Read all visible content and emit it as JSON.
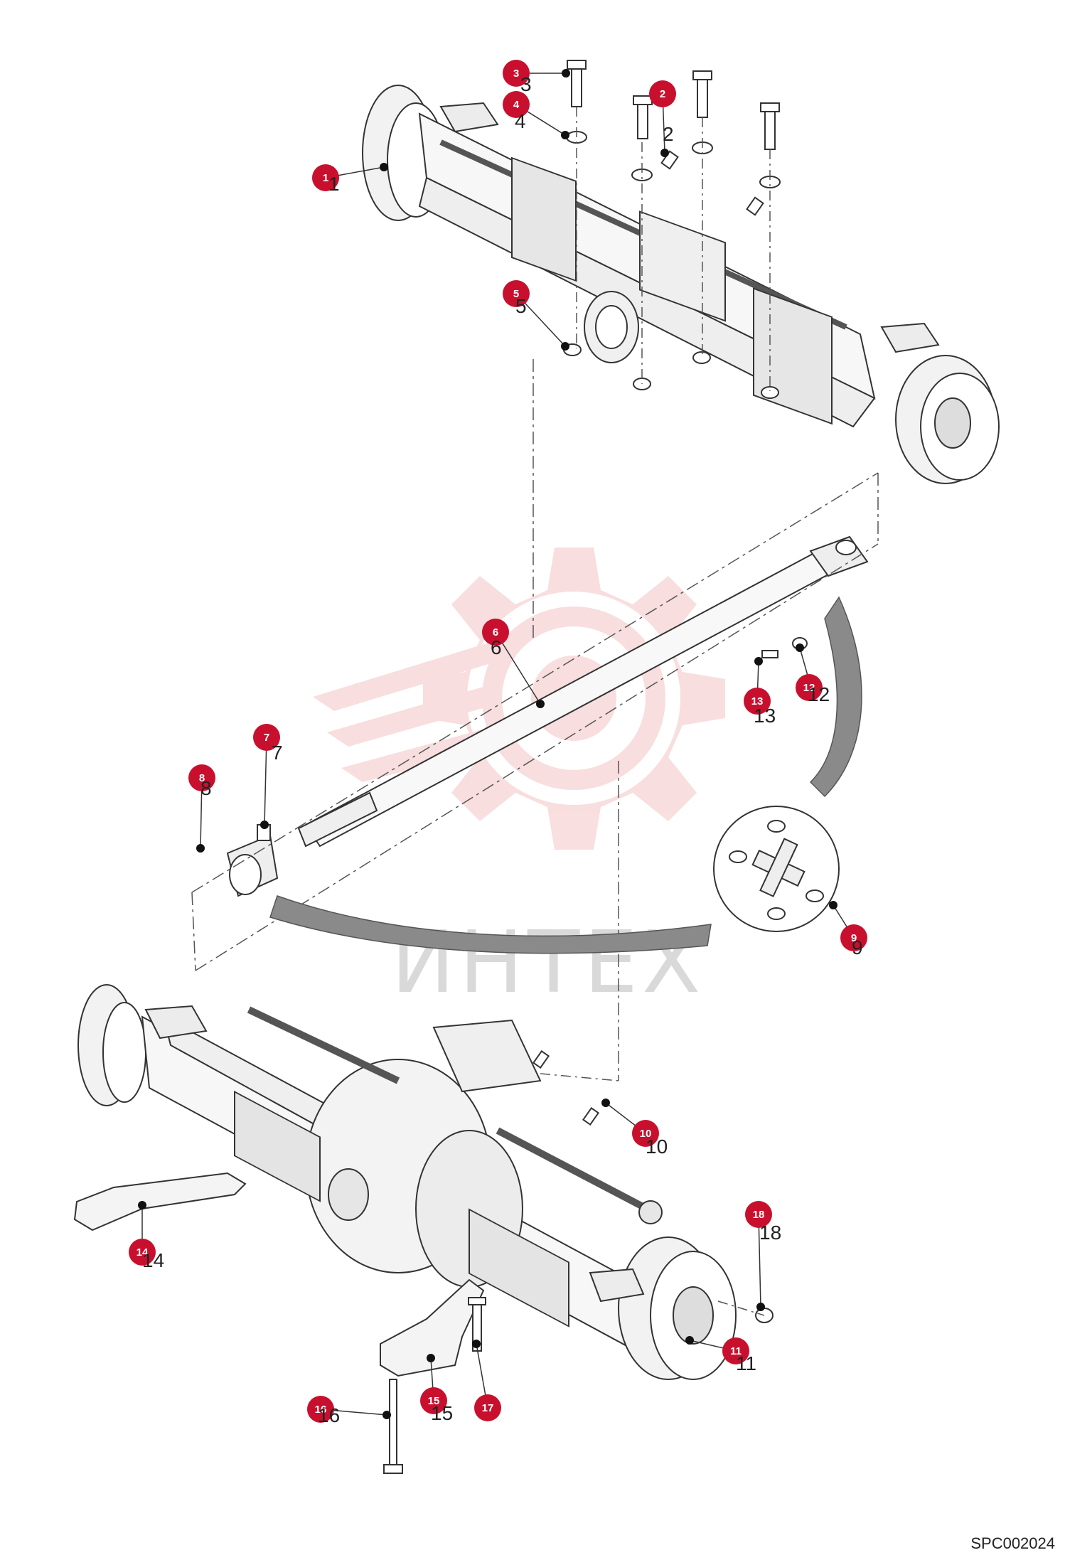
{
  "watermark": {
    "text": "ИНТЕХ",
    "color": "#f2b5b5"
  },
  "colors": {
    "callout": "#c8102e",
    "line": "#333333",
    "dash": "#555555"
  },
  "document_code": "SPC002024",
  "callouts": [
    {
      "num": "1",
      "label": "1"
    },
    {
      "num": "2",
      "label": "2"
    },
    {
      "num": "3",
      "label": "3"
    },
    {
      "num": "4",
      "label": "4"
    },
    {
      "num": "5",
      "label": "5"
    },
    {
      "num": "6",
      "label": "6"
    },
    {
      "num": "7",
      "label": "7"
    },
    {
      "num": "8",
      "label": "8"
    },
    {
      "num": "9",
      "label": "9"
    },
    {
      "num": "10",
      "label": "10"
    },
    {
      "num": "11",
      "label": "11"
    },
    {
      "num": "12",
      "label": "12"
    },
    {
      "num": "13",
      "label": "13"
    },
    {
      "num": "14",
      "label": "14"
    },
    {
      "num": "15",
      "label": "15"
    },
    {
      "num": "16",
      "label": "16"
    },
    {
      "num": "17",
      "label": "17"
    },
    {
      "num": "18",
      "label": "18"
    }
  ]
}
